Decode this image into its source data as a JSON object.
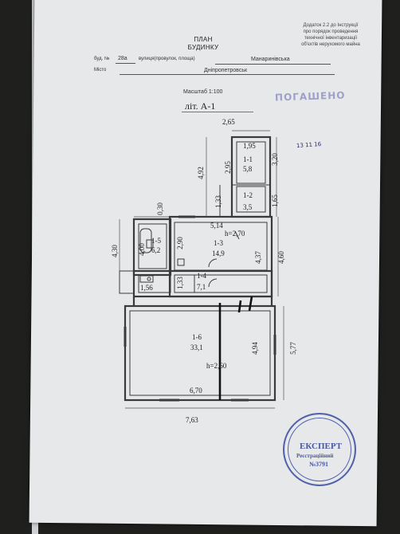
{
  "header": {
    "appendix_line1": "Додаток 2.2 до Інструкції",
    "appendix_line2": "про порядок проведення",
    "appendix_line3": "технічної інвентаризації",
    "appendix_line4": "об'єктів нерухомого майна"
  },
  "plan": {
    "title_line1": "ПЛАН",
    "title_line2": "БУДИНКУ",
    "bud_label": "буд. №",
    "bud_number": "28а",
    "street_label": "вулиця(провулок, площа)",
    "street_value": "Манаринівська",
    "city_label": "Місто",
    "city_value": "Дніпропетровськ",
    "scale": "Масштаб 1:100",
    "letter": "літ. А-1"
  },
  "stamp_cancelled": {
    "text": "ПОГАШЕНО",
    "handwritten_date": "13   11   16"
  },
  "rooms": [
    {
      "id": "1-1",
      "area": "5,8",
      "width": "1,95"
    },
    {
      "id": "1-2",
      "area": "3,5"
    },
    {
      "id": "1-3",
      "area": "14,9",
      "height": "h=2,70"
    },
    {
      "id": "1-4",
      "area": "7,1"
    },
    {
      "id": "1-5",
      "area": "6,2"
    },
    {
      "id": "1-6",
      "area": "33,1",
      "height": "h=2,60"
    }
  ],
  "dimensions": {
    "top_width": "2,65",
    "d_4_92": "4,92",
    "d_2_95": "2,95",
    "d_3_20": "3,20",
    "d_1_33_upper": "1,33",
    "d_1_65": "1,65",
    "d_0_30": "0,30",
    "d_5_14": "5,14",
    "d_4_30": "4,30",
    "d_4_00": "4,00",
    "d_2_90": "2,90",
    "d_4_37": "4,37",
    "d_4_60": "4,60",
    "d_1_33_lower": "1,33",
    "d_1_56": "1,56",
    "d_4_94": "4,94",
    "d_5_77": "5,77",
    "d_6_70": "6,70",
    "d_7_63": "7,63"
  },
  "seal": {
    "title": "ЕКСПЕРТ",
    "line2": "Реєстраційний",
    "line3": "№3791"
  }
}
